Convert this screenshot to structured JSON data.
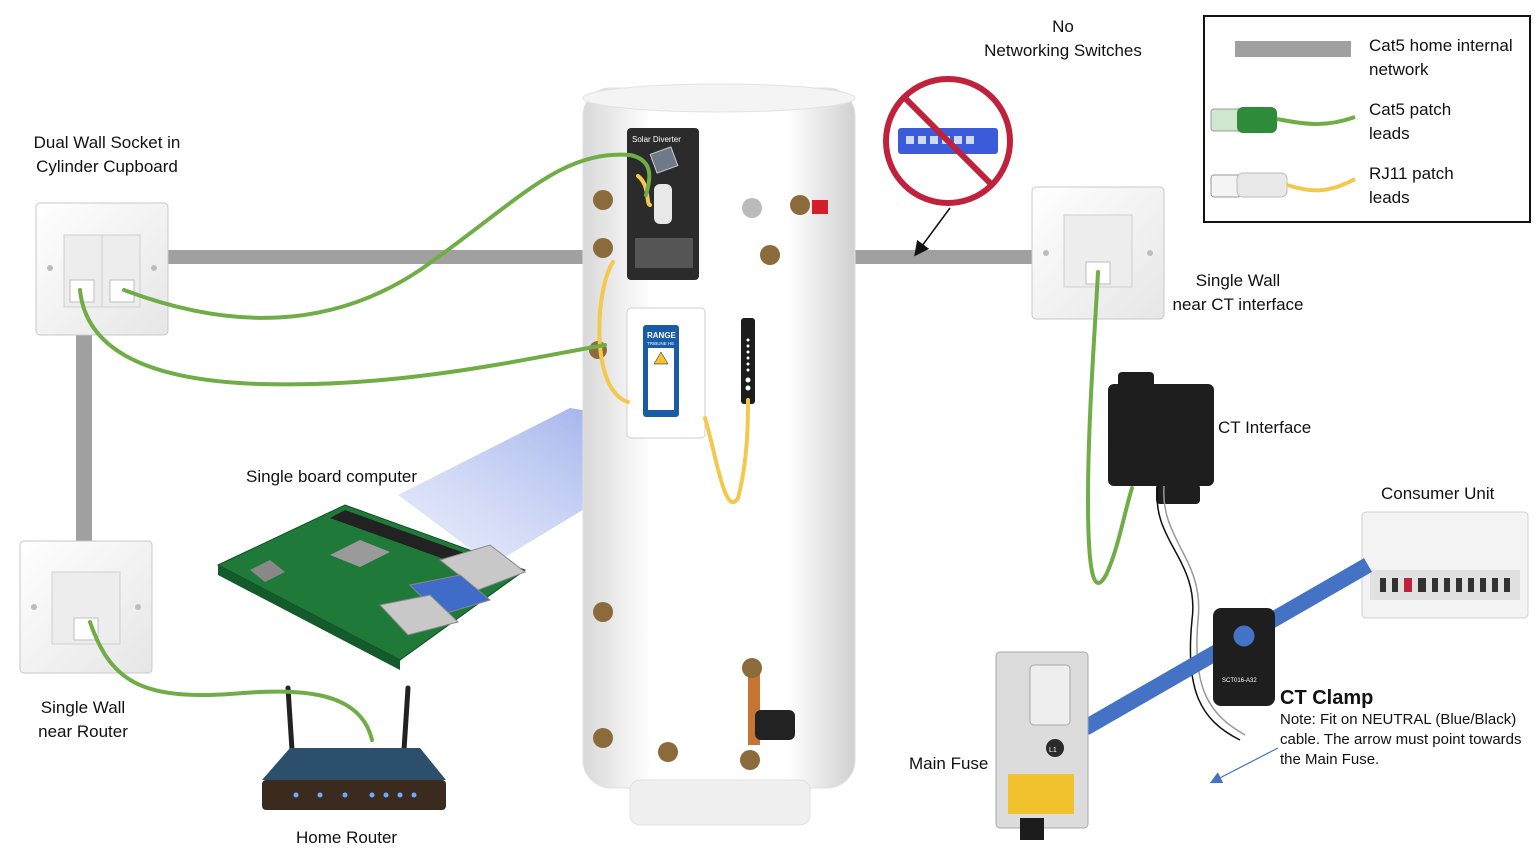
{
  "labels": {
    "no_switches": [
      "No",
      "Networking Switches"
    ],
    "dual_wall_socket": [
      "Dual Wall Socket in",
      "Cylinder Cupboard"
    ],
    "single_wall_ct": [
      "Single Wall",
      "near CT interface"
    ],
    "ct_interface": "CT Interface",
    "single_board_computer": "Single board computer",
    "consumer_unit": "Consumer Unit",
    "single_wall_router": [
      "Single Wall",
      "near Router"
    ],
    "main_fuse": "Main Fuse",
    "home_router": "Home Router",
    "ct_clamp_title": "CT Clamp",
    "ct_clamp_note": [
      "Note: Fit on NEUTRAL (Blue/Black)",
      "cable. The arrow must point towards",
      "the Main Fuse."
    ]
  },
  "legend": {
    "items": [
      {
        "text": [
          "Cat5 home internal",
          "network"
        ],
        "swatch": "#a0a0a0"
      },
      {
        "text": [
          "Cat5 patch",
          "leads"
        ],
        "swatch": "#70ad47"
      },
      {
        "text": [
          "RJ11 patch",
          "leads"
        ],
        "swatch": "#f2c94c"
      }
    ]
  },
  "device_text": {
    "solar_diverter": "Solar Diverter",
    "range_logo": "RANGE",
    "range_sub": "TRIBUNE HE",
    "fuse_badge": "L1",
    "clamp_model": "SCT016-A32"
  },
  "colors": {
    "network_cable": "#a0a0a0",
    "cat5_patch": "#70ad47",
    "rj11_patch": "#f2c94c",
    "neutral_cable": "#4472c4",
    "no_sign_red": "#c0223b",
    "switch_blue": "#3b5bdb"
  }
}
